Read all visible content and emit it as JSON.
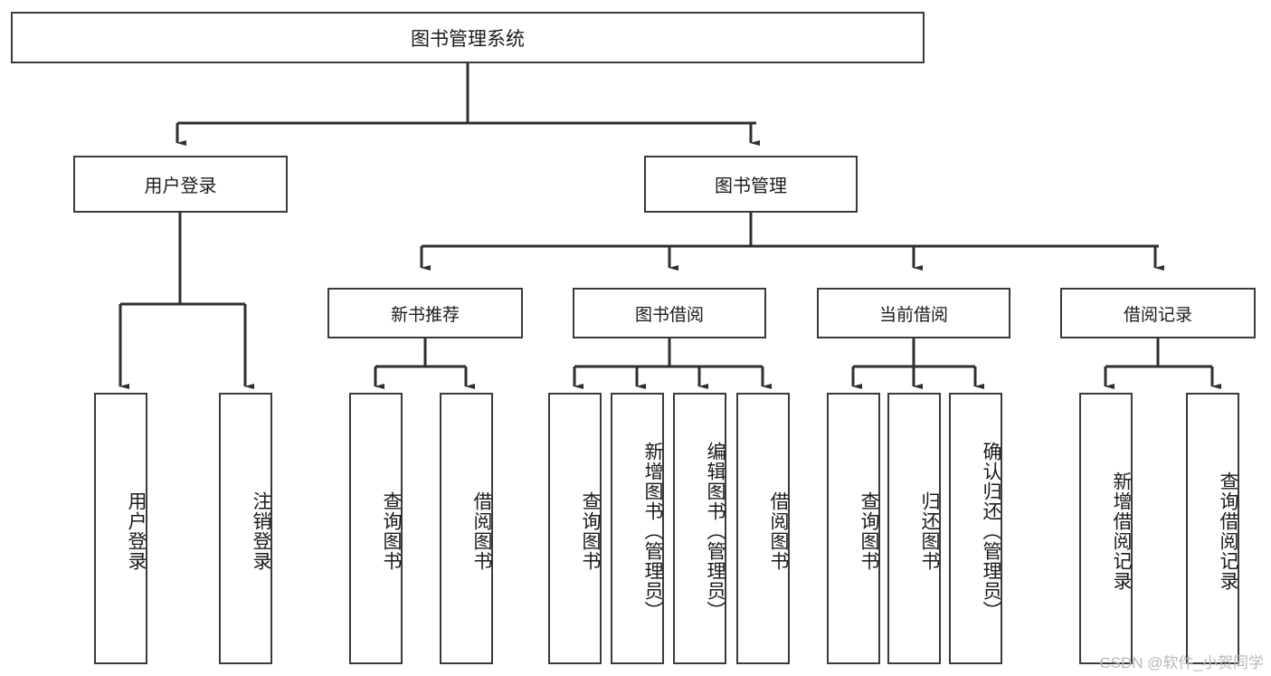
{
  "diagram": {
    "title": "图书管理系统",
    "type": "tree-hierarchy",
    "watermark": "CSDN @软件_小贺同学",
    "colors": {
      "box_border": "#3a3a3a",
      "box_fill": "#ffffff",
      "line": "#2f2f2f",
      "text": "#1b1b1b",
      "watermark": "#b9b9b9",
      "background": "#ffffff"
    },
    "root": {
      "label": "图书管理系统"
    },
    "level1": [
      {
        "label": "用户登录"
      },
      {
        "label": "图书管理"
      }
    ],
    "level2": [
      {
        "label": "新书推荐"
      },
      {
        "label": "图书借阅"
      },
      {
        "label": "当前借阅"
      },
      {
        "label": "借阅记录"
      }
    ],
    "leaves": {
      "user_login": [
        {
          "label": "用户登录"
        },
        {
          "label": "注销登录"
        }
      ],
      "new_book_recommend": [
        {
          "label": "查询图书"
        },
        {
          "label": "借阅图书"
        }
      ],
      "book_borrow": [
        {
          "label": "查询图书"
        },
        {
          "label": "新增图书（管理员）"
        },
        {
          "label": "编辑图书（管理员）"
        },
        {
          "label": "借阅图书"
        }
      ],
      "current_borrow": [
        {
          "label": "查询图书"
        },
        {
          "label": "归还图书"
        },
        {
          "label": "确认归还（管理员）"
        }
      ],
      "borrow_record": [
        {
          "label": "新增借阅记录"
        },
        {
          "label": "查询借阅记录"
        }
      ]
    }
  }
}
